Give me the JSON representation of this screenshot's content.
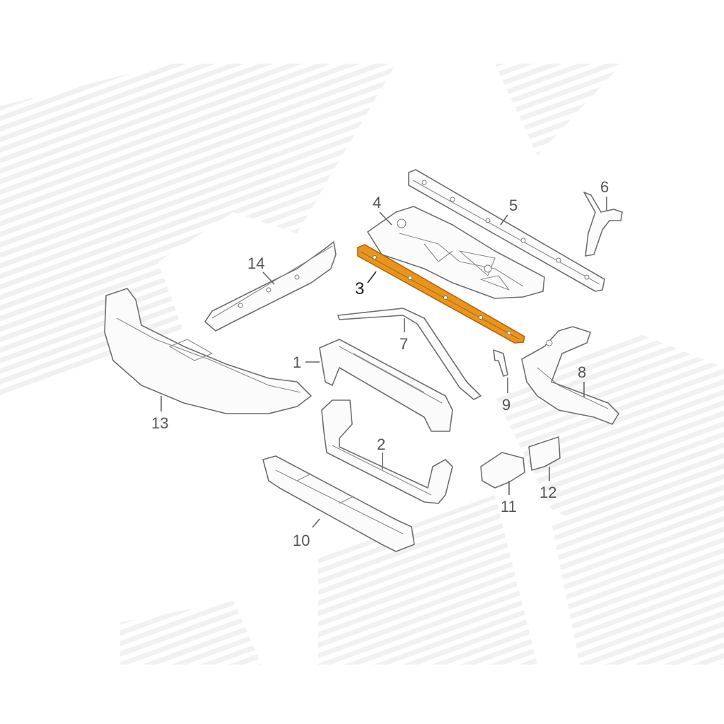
{
  "colors": {
    "highlight_part": "#e8951f",
    "highlight_edge": "#b8650a",
    "line": "#6e6e6e",
    "watermark": "#ececec"
  },
  "callouts": [
    {
      "id": "1",
      "label": "1",
      "highlighted": false
    },
    {
      "id": "2",
      "label": "2",
      "highlighted": false
    },
    {
      "id": "3",
      "label": "3",
      "highlighted": true
    },
    {
      "id": "4",
      "label": "4",
      "highlighted": false
    },
    {
      "id": "5",
      "label": "5",
      "highlighted": false
    },
    {
      "id": "6",
      "label": "6",
      "highlighted": false
    },
    {
      "id": "7",
      "label": "7",
      "highlighted": false
    },
    {
      "id": "8",
      "label": "8",
      "highlighted": false
    },
    {
      "id": "9",
      "label": "9",
      "highlighted": false
    },
    {
      "id": "10",
      "label": "10",
      "highlighted": false
    },
    {
      "id": "11",
      "label": "11",
      "highlighted": false
    },
    {
      "id": "12",
      "label": "12",
      "highlighted": false
    },
    {
      "id": "13",
      "label": "13",
      "highlighted": false
    },
    {
      "id": "14",
      "label": "14",
      "highlighted": false
    }
  ]
}
